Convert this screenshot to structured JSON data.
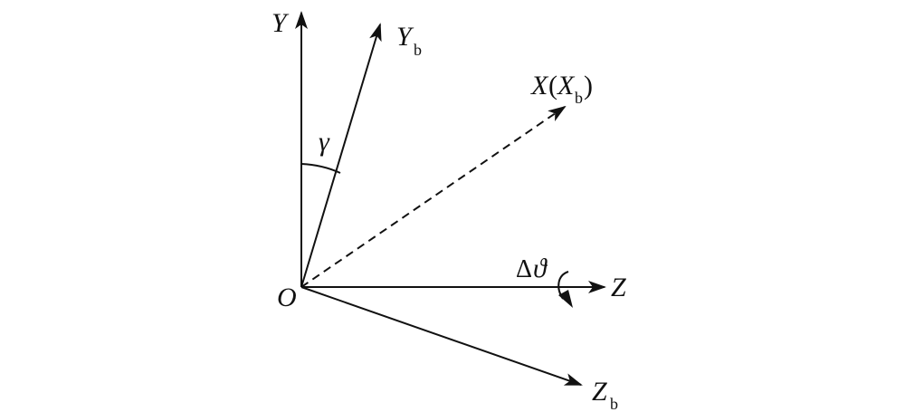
{
  "labels": {
    "origin": "O",
    "y": "Y",
    "yb_main": "Y",
    "yb_sub": "b",
    "x_main": "X",
    "x_open": "(",
    "xb_main": "X",
    "xb_sub": "b",
    "x_close": ")",
    "z": "Z",
    "zb_main": "Z",
    "zb_sub": "b",
    "gamma": "γ",
    "delta_sym": "Δ",
    "theta_sym": "ϑ"
  },
  "colors": {
    "stroke": "#111111",
    "background": "#ffffff"
  }
}
